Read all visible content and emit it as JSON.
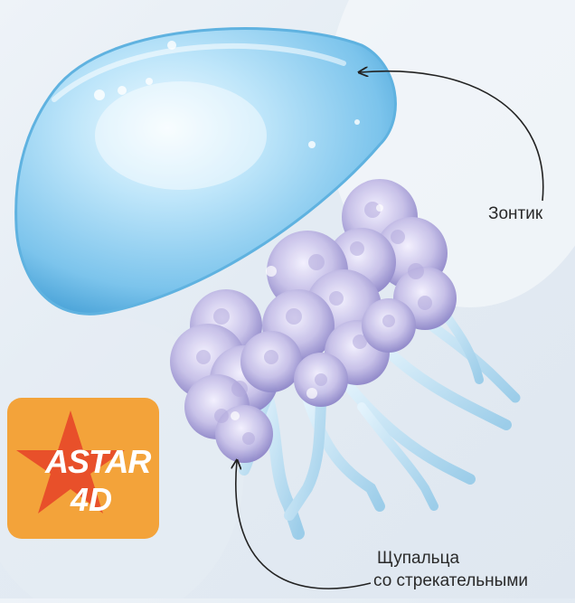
{
  "labels": {
    "umbrella": "Зонтик",
    "tentacles_line1": "Щупальца",
    "tentacles_line2": "со стрекательными"
  },
  "logo": {
    "line1": "ASTAR",
    "line2": "4D"
  },
  "colors": {
    "bell": "#9fd5f2",
    "bell_edge": "#5fb2e0",
    "tentacle_puff": "#c8c3ea",
    "tentacle_arm": "#bfe0f4",
    "logo_bg": "#f3a33a",
    "logo_star": "#e8502a"
  }
}
